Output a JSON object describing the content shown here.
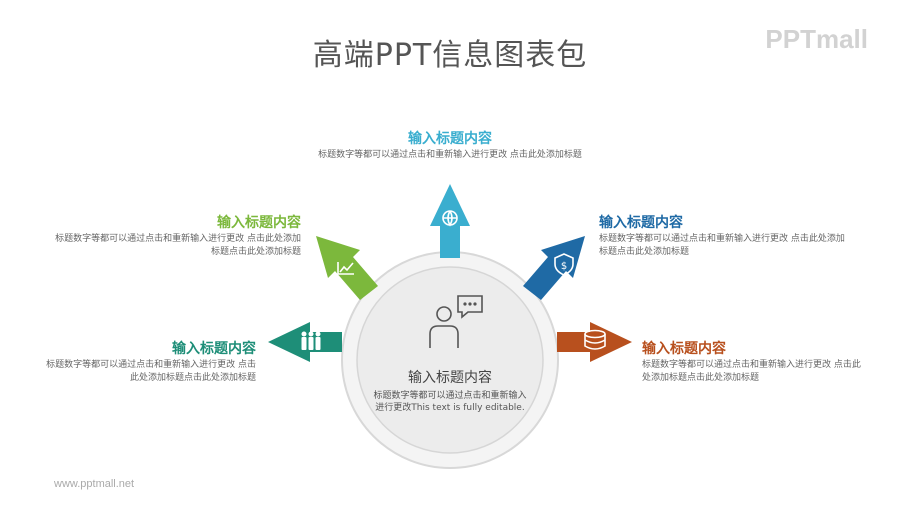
{
  "title": "高端PPT信息图表包",
  "logo_text": "PPTmall",
  "footer_url": "www.pptmall.net",
  "center": {
    "heading": "输入标题内容",
    "body": "标题数字等都可以通过点击和重新输入进行更改This  text is fully editable.",
    "icon": "person-chat-icon"
  },
  "items": [
    {
      "id": "top",
      "heading": "输入标题内容",
      "body": "标题数字等都可以通过点击和重新输入进行更改 点击此处添加标题",
      "color": "#3aaecf",
      "icon": "globe-bulb-icon"
    },
    {
      "id": "upper-left",
      "heading": "输入标题内容",
      "body": "标题数字等都可以通过点击和重新输入进行更改 点击此处添加标题点击此处添加标题",
      "color": "#7cb83c",
      "icon": "chart-trend-icon"
    },
    {
      "id": "upper-right",
      "heading": "输入标题内容",
      "body": "标题数字等都可以通过点击和重新输入进行更改 点击此处添加标题点击此处添加标题",
      "color": "#1f6aa5",
      "icon": "dollar-shield-icon"
    },
    {
      "id": "left",
      "heading": "输入标题内容",
      "body": "标题数字等都可以通过点击和重新输入进行更改 点击此处添加标题点击此处添加标题",
      "color": "#1e8e78",
      "icon": "people-icon"
    },
    {
      "id": "right",
      "heading": "输入标题内容",
      "body": "标题数字等都可以通过点击和重新输入进行更改 点击此处添加标题点击此处添加标题",
      "color": "#b8501e",
      "icon": "coins-icon"
    }
  ]
}
